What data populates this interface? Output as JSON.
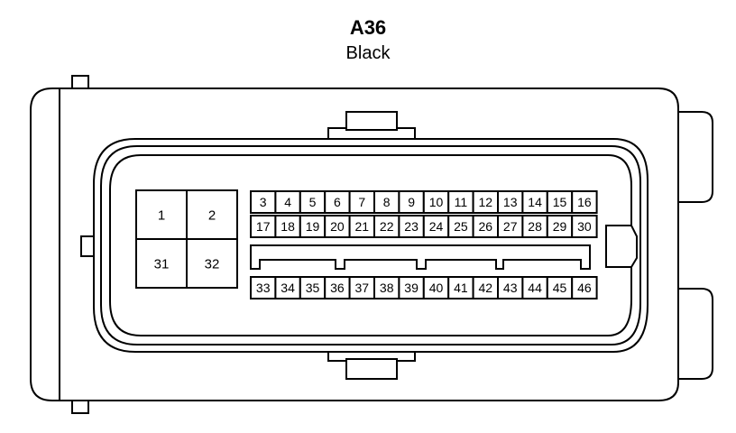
{
  "connector": {
    "id": "A36",
    "color": "Black"
  },
  "cavities": {
    "large": [
      "1",
      "2",
      "31",
      "32"
    ],
    "row_top": [
      "3",
      "4",
      "5",
      "6",
      "7",
      "8",
      "9",
      "10",
      "11",
      "12",
      "13",
      "14",
      "15",
      "16"
    ],
    "row_middle": [
      "17",
      "18",
      "19",
      "20",
      "21",
      "22",
      "23",
      "24",
      "25",
      "26",
      "27",
      "28",
      "29",
      "30"
    ],
    "row_bottom": [
      "33",
      "34",
      "35",
      "36",
      "37",
      "38",
      "39",
      "40",
      "41",
      "42",
      "43",
      "44",
      "45",
      "46"
    ]
  }
}
